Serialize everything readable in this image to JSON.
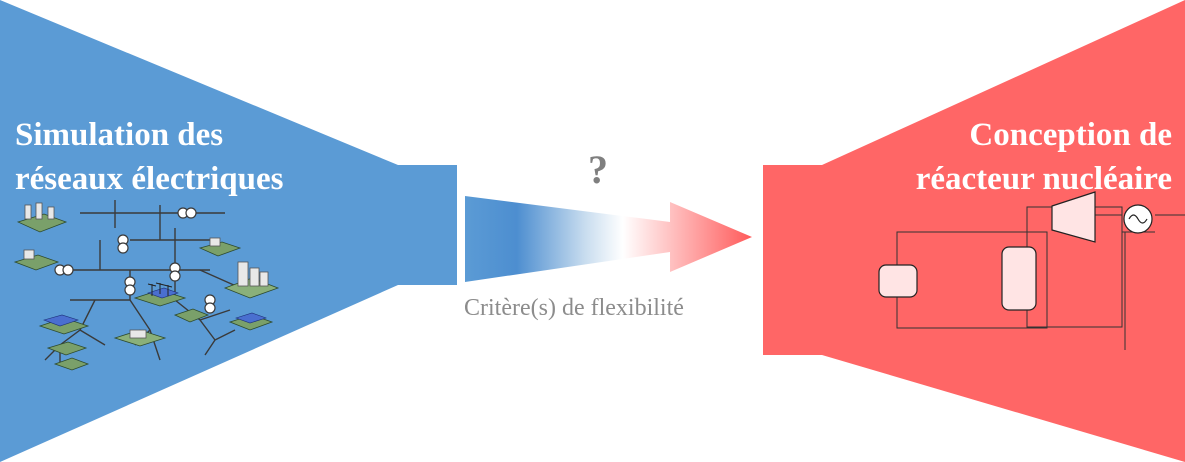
{
  "left_panel": {
    "title_line1": "Simulation des",
    "title_line2": "réseaux électriques",
    "color": "#5b9bd5"
  },
  "right_panel": {
    "title_line1": "Conception de",
    "title_line2": "réacteur nucléaire",
    "color": "#ff6666"
  },
  "link": {
    "question_mark": "?",
    "caption": "Critère(s) de flexibilité",
    "gradient_from": "#5b9bd5",
    "gradient_to": "#ff5a5a"
  },
  "icons": {
    "grid_illustration": "power-grid-illustration-icon",
    "reactor_diagram": "reactor-circuit-diagram-icon",
    "turbine": "turbine-icon",
    "generator": "ac-generator-icon"
  }
}
